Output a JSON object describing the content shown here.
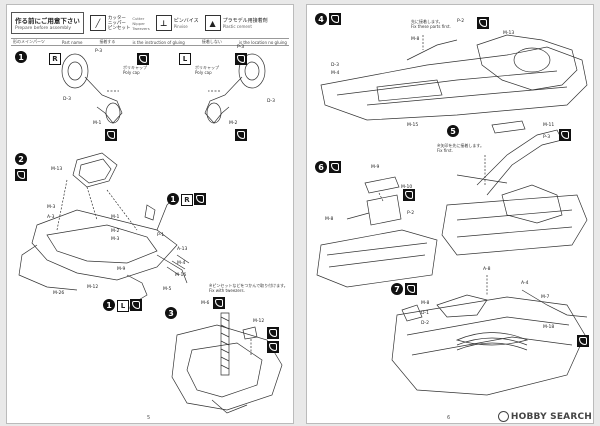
{
  "header": {
    "before_jp": "作る前にご用意下さい",
    "before_en": "Prepare before assembly",
    "cutter_jp": "カッター",
    "cutter_en": "Cutter",
    "nipper_jp": "ニッパー",
    "nipper_en": "Nipper",
    "tweezers_jp": "ピンセット",
    "tweezers_en": "Tweezers",
    "pinvise_jp": "ピンバイス",
    "pinvise_en": "Pinvise",
    "cement_jp": "プラモデル用接着剤",
    "cement_en": "Plastic cement"
  },
  "legend": [
    "形のメインパーツ",
    "Part name",
    "接着する",
    "is the instruction of gluing",
    "接着しない",
    "is the location no gluing"
  ],
  "left_page": {
    "sides": [
      "R",
      "L"
    ],
    "poly_cap_jp": "ポリキャップ",
    "poly_cap_en": "Poly cap",
    "labels": [
      "P-3",
      "D-3",
      "P-3",
      "D-3",
      "M-1",
      "M-2",
      "M-13",
      "M-3",
      "A-3",
      "M-1",
      "M-2",
      "M-3",
      "A-13",
      "M-4",
      "M-9",
      "M-26",
      "M-12",
      "P-1",
      "M-2",
      "M-16",
      "M-5"
    ],
    "steps": [
      "1",
      "2",
      "3"
    ],
    "step3_note_jp": "※ピンセットなどをつかんで取り付けます。",
    "step3_note_en": "Fix with tweezers.",
    "step3_labels": [
      "M-6",
      "M-12"
    ],
    "page_number": "5"
  },
  "right_page": {
    "steps": [
      "4",
      "5",
      "6",
      "7"
    ],
    "step4_note_jp": "先に接着します。",
    "step4_note_en": "Fix these parts first.",
    "step5_note_jp": "※矢印を先に接着します。",
    "step5_note_en": "Fix first.",
    "labels": [
      "M-8",
      "P-2",
      "M-13",
      "D-3",
      "M-4",
      "M-15",
      "M-11",
      "P-3",
      "M-9",
      "M-10",
      "M-8",
      "P-2",
      "A-8",
      "M-8",
      "D-1",
      "D-2",
      "M-7",
      "A-4",
      "M-18"
    ],
    "page_number": "6"
  },
  "watermark": "HOBBY SEARCH"
}
